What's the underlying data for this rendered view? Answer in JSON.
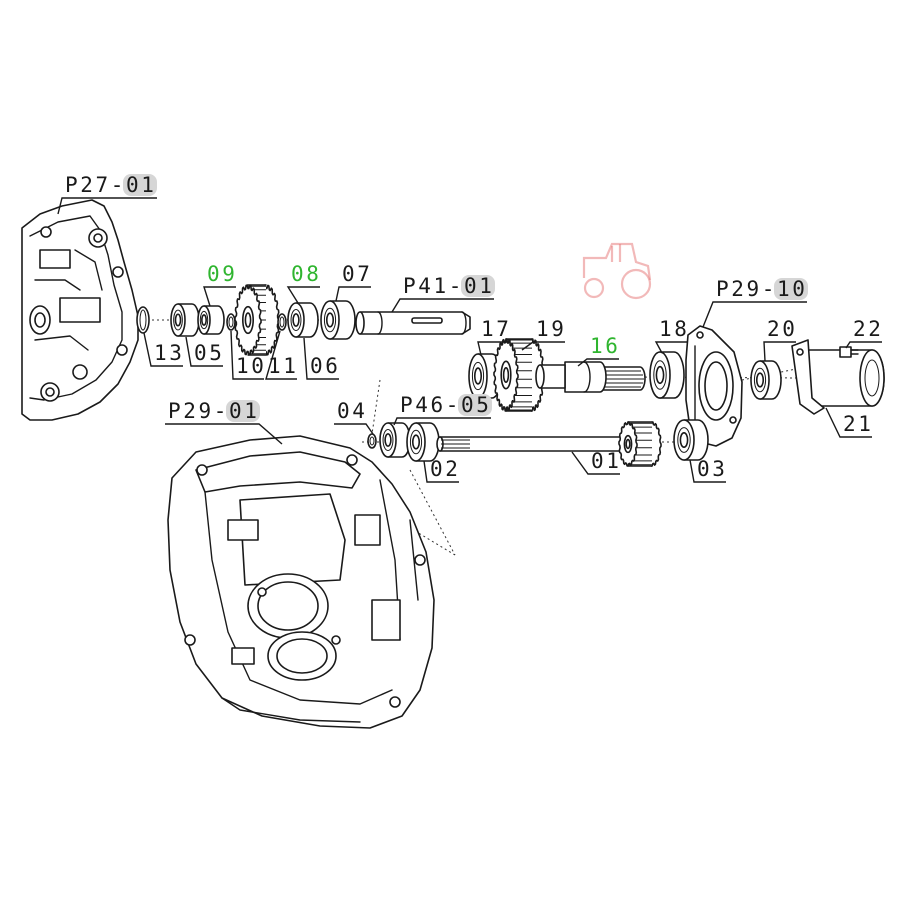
{
  "callouts": {
    "p27_01": "P27-01",
    "c09": "09",
    "c08": "08",
    "c07": "07",
    "p41_01": "P41-01",
    "c13": "13",
    "c05": "05",
    "c10": "10",
    "c11": "11",
    "c06": "06",
    "p29_10": "P29-10",
    "c17": "17",
    "c19": "19",
    "c16": "16",
    "c18": "18",
    "c20": "20",
    "c22": "22",
    "p46_05": "P46-05",
    "c04": "04",
    "p29_01": "P29-01",
    "c01": "01",
    "c02": "02",
    "c03": "03",
    "c21": "21"
  },
  "highlighted_callouts": [
    "09",
    "08",
    "16"
  ],
  "colors": {
    "line": "#1a1a1a",
    "highlight": "#2fb52f",
    "shade": "#d6d6d6",
    "watermark": "#e88080"
  }
}
